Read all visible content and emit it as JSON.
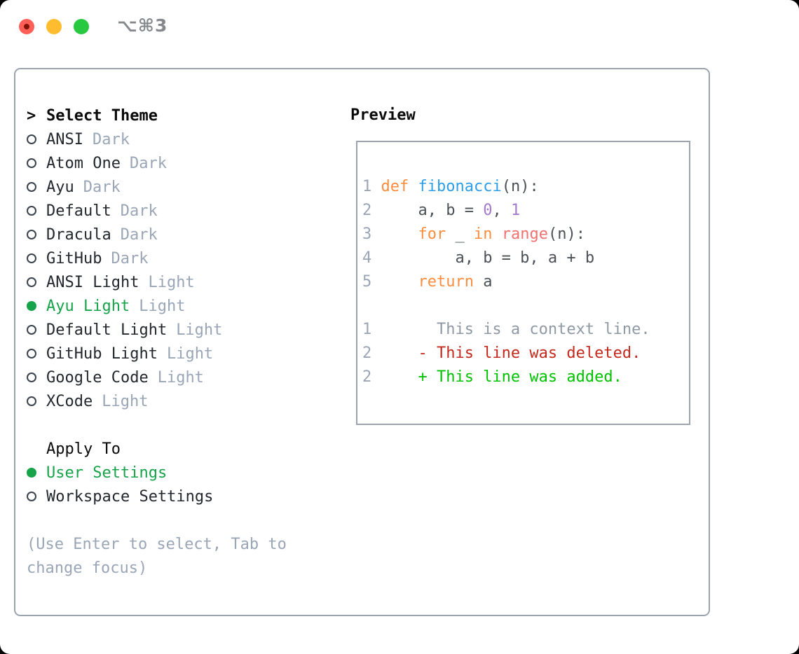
{
  "window": {
    "shortcut_label": "⌥⌘3",
    "traffic_lights": [
      {
        "name": "close",
        "color": "#ff5f57"
      },
      {
        "name": "minimize",
        "color": "#febc2e"
      },
      {
        "name": "zoom",
        "color": "#28c840"
      }
    ]
  },
  "theme_list": {
    "prompt": ">",
    "header": "Select Theme",
    "items": [
      {
        "name": "ANSI",
        "variant": "Dark",
        "selected": false
      },
      {
        "name": "Atom One",
        "variant": "Dark",
        "selected": false
      },
      {
        "name": "Ayu",
        "variant": "Dark",
        "selected": false
      },
      {
        "name": "Default",
        "variant": "Dark",
        "selected": false
      },
      {
        "name": "Dracula",
        "variant": "Dark",
        "selected": false
      },
      {
        "name": "GitHub",
        "variant": "Dark",
        "selected": false
      },
      {
        "name": "ANSI Light",
        "variant": "Light",
        "selected": false
      },
      {
        "name": "Ayu Light",
        "variant": "Light",
        "selected": true
      },
      {
        "name": "Default Light",
        "variant": "Light",
        "selected": false
      },
      {
        "name": "GitHub Light",
        "variant": "Light",
        "selected": false
      },
      {
        "name": "Google Code",
        "variant": "Light",
        "selected": false
      },
      {
        "name": "XCode",
        "variant": "Light",
        "selected": false
      }
    ]
  },
  "apply_to": {
    "header": "Apply To",
    "options": [
      {
        "name": "User Settings",
        "selected": true
      },
      {
        "name": "Workspace Settings",
        "selected": false
      }
    ]
  },
  "hint": [
    "(Use Enter to select, Tab to",
    "change focus)"
  ],
  "preview": {
    "header": "Preview",
    "lines": [
      {
        "num": "1",
        "segs": [
          {
            "t": " ",
            "s": "pl"
          },
          {
            "t": "def",
            "s": "kw"
          },
          {
            "t": " ",
            "s": "pl"
          },
          {
            "t": "fibonacci",
            "s": "fn"
          },
          {
            "t": "(n):",
            "s": "pl"
          }
        ]
      },
      {
        "num": "2",
        "segs": [
          {
            "t": "     a, b = ",
            "s": "pl"
          },
          {
            "t": "0",
            "s": "nm"
          },
          {
            "t": ", ",
            "s": "pl"
          },
          {
            "t": "1",
            "s": "nm"
          }
        ]
      },
      {
        "num": "3",
        "segs": [
          {
            "t": "     ",
            "s": "pl"
          },
          {
            "t": "for",
            "s": "kw"
          },
          {
            "t": " _ ",
            "s": "pl"
          },
          {
            "t": "in",
            "s": "kw"
          },
          {
            "t": " ",
            "s": "pl"
          },
          {
            "t": "range",
            "s": "bi"
          },
          {
            "t": "(n):",
            "s": "pl"
          }
        ]
      },
      {
        "num": "4",
        "segs": [
          {
            "t": "         a, b = b, a + b",
            "s": "pl"
          }
        ]
      },
      {
        "num": "5",
        "segs": [
          {
            "t": "     ",
            "s": "pl"
          },
          {
            "t": "return",
            "s": "kw"
          },
          {
            "t": " a",
            "s": "pl"
          }
        ]
      },
      {
        "num": "",
        "segs": []
      },
      {
        "num": "1",
        "segs": [
          {
            "t": "       This is a context line.",
            "s": "ctx"
          }
        ]
      },
      {
        "num": "2",
        "segs": [
          {
            "t": "     - This line was deleted.",
            "s": "del"
          }
        ]
      },
      {
        "num": "2",
        "segs": [
          {
            "t": "     + This line was added.",
            "s": "add"
          }
        ]
      }
    ]
  },
  "colors": {
    "selected_green": "#16a34a",
    "added_green": "#00c200",
    "deleted_red": "#c4281c",
    "keyword_orange": "#fa8d3e",
    "function_blue": "#2f9ee8",
    "number_purple": "#a37acc",
    "builtin_coral": "#f0716f",
    "muted_gray": "#9aa5b6",
    "panel_border": "#9aa3ae"
  }
}
